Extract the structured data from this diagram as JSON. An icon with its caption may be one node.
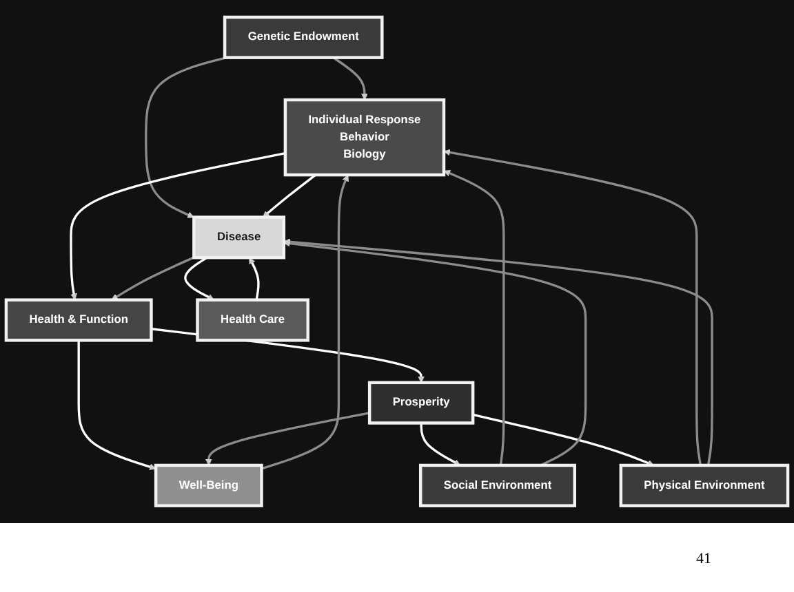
{
  "diagram": {
    "nodes": [
      {
        "text": [
          "Individual Response",
          "Behavior",
          "Biology"
        ]
      },
      {
        "text": [
          "Social Environment"
        ]
      },
      {
        "text": [
          "Physical Environment"
        ]
      },
      {
        "text": [
          "Genetic Endowment"
        ]
      },
      {
        "text": [
          "Health & Function"
        ]
      },
      {
        "text": [
          "Disease"
        ]
      },
      {
        "text": [
          "Health Care"
        ]
      },
      {
        "text": [
          "Well-Being"
        ]
      },
      {
        "text": [
          "Prosperity"
        ]
      }
    ],
    "edges": [
      {
        "from": 8,
        "to": 1,
        "arrow": "to",
        "color": "#ffffff"
      },
      {
        "from": 8,
        "to": 2,
        "arrow": "to",
        "color": "#ffffff"
      },
      {
        "from": 1,
        "to": 0,
        "arrow": "to",
        "color": "#8c8c8c"
      },
      {
        "from": 2,
        "to": 0,
        "arrow": "to",
        "color": "#8c8c8c"
      },
      {
        "from": 3,
        "to": 0,
        "arrow": "to",
        "color": "#8c8c8c"
      },
      {
        "from": 1,
        "to": 5,
        "arrow": "to",
        "color": "#8c8c8c"
      },
      {
        "from": 2,
        "to": 5,
        "arrow": "to",
        "color": "#8c8c8c"
      },
      {
        "from": 3,
        "to": 5,
        "arrow": "to",
        "color": "#8c8c8c"
      },
      {
        "from": 0,
        "to": 5,
        "arrow": "to",
        "color": "#ffffff"
      },
      {
        "from": 0,
        "to": 4,
        "arrow": "to",
        "color": "#ffffff"
      },
      {
        "from": 5,
        "to": 4,
        "arrow": "to",
        "color": "#8c8c8c"
      },
      {
        "from": 5,
        "to": 6,
        "arrow": "to",
        "color": "#ffffff"
      },
      {
        "from": 6,
        "to": 5,
        "arrow": "to",
        "color": "#ffffff"
      },
      {
        "from": 4,
        "to": 7,
        "arrow": "to",
        "color": "#ffffff"
      },
      {
        "from": 4,
        "to": 8,
        "arrow": "to",
        "color": "#ffffff"
      },
      {
        "from": 8,
        "to": 7,
        "arrow": "to",
        "color": "#8c8c8c"
      },
      {
        "from": 7,
        "to": 0,
        "arrow": "to",
        "color": "#8c8c8c"
      }
    ],
    "labels": [
      "41"
    ]
  }
}
